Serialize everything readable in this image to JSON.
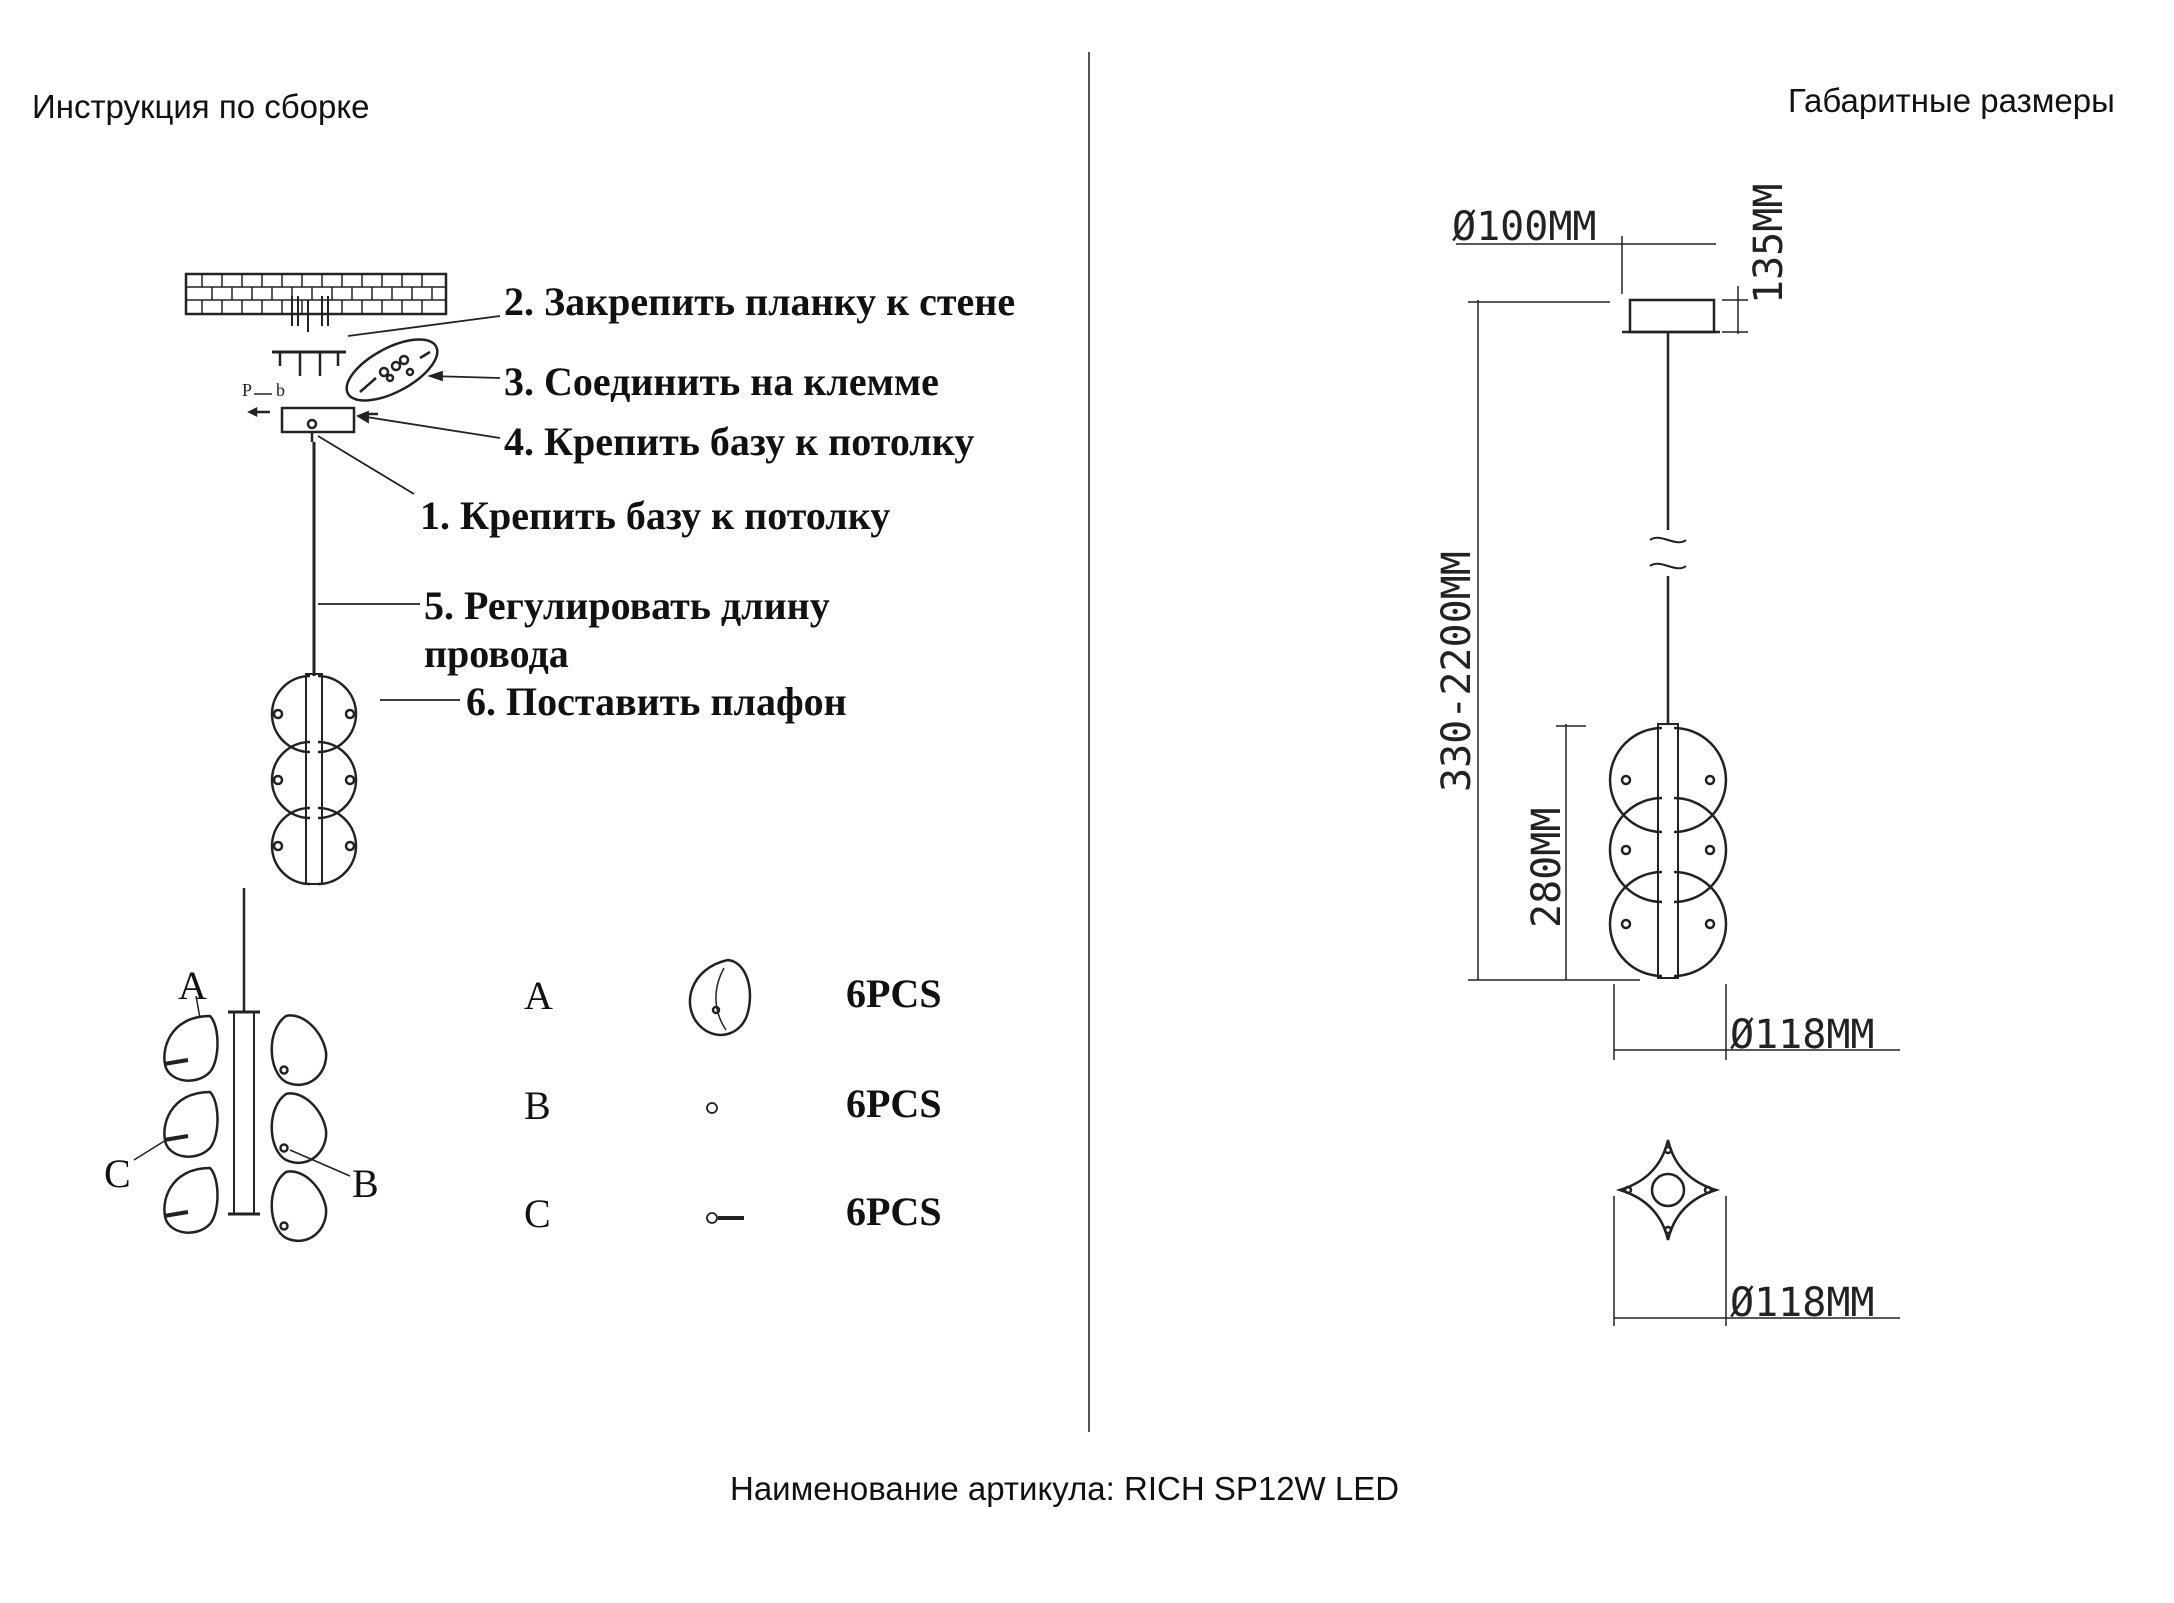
{
  "header": {
    "left_title": "Инструкция по сборке",
    "right_title": "Габаритные размеры"
  },
  "steps": [
    "2. Закрепить планку к стене",
    "3. Соединить на клемме",
    "4. Крепить базу к потолку",
    "1. Крепить базу к потолку",
    "5. Регулировать длину",
    "провода",
    "6. Поставить плафон"
  ],
  "parts": [
    {
      "letter": "A",
      "qty": "6PCS"
    },
    {
      "letter": "B",
      "qty": "6PCS"
    },
    {
      "letter": "C",
      "qty": "6PCS"
    }
  ],
  "callouts": {
    "a": "A",
    "b": "B",
    "c": "C"
  },
  "dimensions": {
    "canopy_diameter": "Ø100MM",
    "canopy_height": "135MM",
    "total_length": "330-2200MM",
    "shade_height": "280MM",
    "shade_diameter": "Ø118MM",
    "top_view_diameter": "Ø118MM"
  },
  "footer": {
    "article": "Наименование артикула: RICH SP12W LED"
  },
  "colors": {
    "line": "#222222",
    "background": "#ffffff"
  }
}
